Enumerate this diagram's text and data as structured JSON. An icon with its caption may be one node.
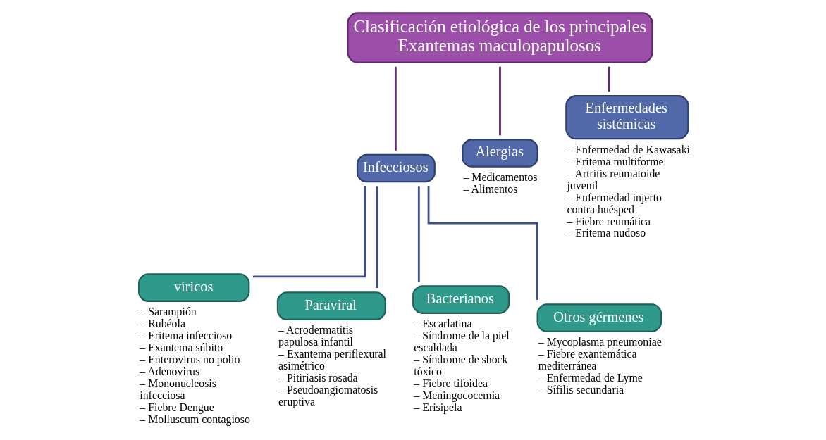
{
  "diagram": {
    "nodes": [
      {
        "text": [
          "Clasificación etiológica de los principales Exantemas maculopapulosos"
        ]
      },
      {
        "text": [
          "Infecciosos"
        ]
      },
      {
        "text": [
          "Alergias"
        ],
        "beside": [
          "– Medicamentos",
          "– Alimentos"
        ]
      },
      {
        "text": [
          "Enfermedades sistémicas"
        ],
        "beside": [
          "– Enfermedad de Kawasaki",
          "– Eritema multiforme",
          "– Artritis reumatoide juvenil",
          "– Enfermedad injerto contra huésped",
          "– Fiebre reumática",
          "– Eritema nudoso"
        ]
      },
      {
        "text": [
          "víricos"
        ],
        "beside": [
          "– Sarampión",
          "– Rubéola",
          "– Eritema infeccioso",
          "– Exantema súbito",
          "– Enterovirus no polio",
          "– Adenovirus",
          "– Mononucleosis infecciosa",
          "– Fiebre Dengue",
          "– Molluscum contagioso"
        ]
      },
      {
        "text": [
          "Paraviral"
        ],
        "beside": [
          "– Acrodermatitis papulosa infantil",
          "– Exantema periflexural asimétrico",
          "– Pitiriasis rosada",
          "– Pseudoangiomatosis eruptiva"
        ]
      },
      {
        "text": [
          "Bacterianos"
        ],
        "beside": [
          "– Escarlatina",
          "– Síndrome de la piel escaldada",
          "– Síndrome de shock tóxico",
          "– Fiebre tifoidea",
          "– Meningococemia",
          "– Erisipela"
        ]
      },
      {
        "text": [
          "Otros gérmenes"
        ],
        "beside": [
          "– Mycoplasma pneumoniae",
          "– Fiebre exantemática mediterránea",
          "– Enfermedad de Lyme",
          "– Sífilis secundaria"
        ]
      }
    ],
    "edges": [
      {
        "from": 0,
        "to": 1,
        "arrow": "none",
        "color": "#5e2a6e"
      },
      {
        "from": 0,
        "to": 2,
        "arrow": "none",
        "color": "#5e2a6e"
      },
      {
        "from": 0,
        "to": 3,
        "arrow": "none",
        "color": "#5e2a6e"
      },
      {
        "from": 1,
        "to": 4,
        "arrow": "none"
      },
      {
        "from": 1,
        "to": 5,
        "arrow": "none"
      },
      {
        "from": 1,
        "to": 6,
        "arrow": "none"
      },
      {
        "from": 1,
        "to": 7,
        "arrow": "none"
      }
    ]
  }
}
